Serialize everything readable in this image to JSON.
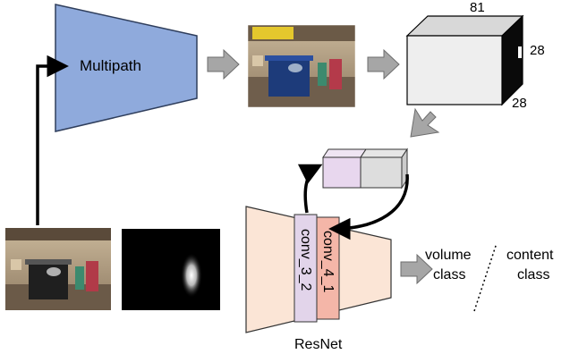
{
  "labels": {
    "multipath": "Multipath",
    "dim_top": "81",
    "dim_right": "28",
    "dim_bottom": "28",
    "conv_a": "conv_3_2",
    "conv_b": "conv_4_1",
    "resnet": "ResNet",
    "volume_class_line1": "volume",
    "volume_class_line2": "class",
    "content_class_line1": "content",
    "content_class_line2": "class"
  },
  "colors": {
    "multipath_fill": "#8faadc",
    "resnet_fill": "#fbe5d6",
    "conv_a_fill": "#e2d4ea",
    "conv_b_fill": "#f4b6a8",
    "cube_front": "#eeeeee",
    "cube_side": "#0a0a0a",
    "arrow_fill": "#a6a6a6",
    "feature_pink": "#e8d7ee",
    "feature_grey": "#dddddd"
  },
  "images": {
    "kitchen_masked": "kitchen-photo-with-mask",
    "kitchen_input": "kitchen-photo-input",
    "heatmap": "gaussian-heatmap"
  }
}
